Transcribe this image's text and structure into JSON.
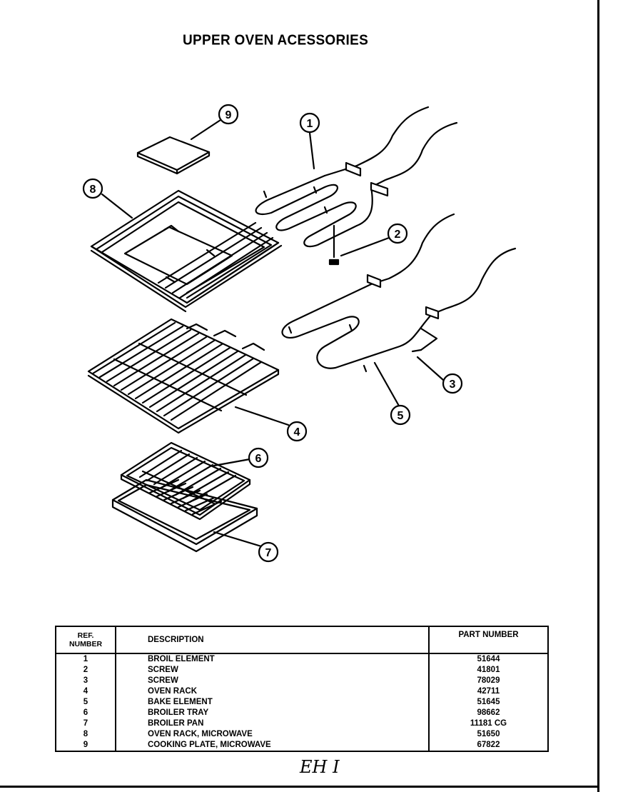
{
  "title": "UPPER OVEN ACESSORIES",
  "callouts": [
    "1",
    "2",
    "3",
    "4",
    "5",
    "6",
    "7",
    "8",
    "9"
  ],
  "table": {
    "headers": {
      "ref": [
        "REF.",
        "NUMBER"
      ],
      "description": "DESCRIPTION",
      "part_number": "PART NUMBER"
    },
    "rows": [
      {
        "ref": "1",
        "description": "BROIL ELEMENT",
        "part": "51644"
      },
      {
        "ref": "2",
        "description": "SCREW",
        "part": "41801"
      },
      {
        "ref": "3",
        "description": "SCREW",
        "part": "78029"
      },
      {
        "ref": "4",
        "description": "OVEN RACK",
        "part": "42711"
      },
      {
        "ref": "5",
        "description": "BAKE ELEMENT",
        "part": "51645"
      },
      {
        "ref": "6",
        "description": "BROILER TRAY",
        "part": "98662"
      },
      {
        "ref": "7",
        "description": "BROILER PAN",
        "part": "11181 CG"
      },
      {
        "ref": "8",
        "description": "OVEN RACK, MICROWAVE",
        "part": "51650"
      },
      {
        "ref": "9",
        "description": "COOKING PLATE, MICROWAVE",
        "part": "67822"
      }
    ]
  },
  "signature": "EH I"
}
